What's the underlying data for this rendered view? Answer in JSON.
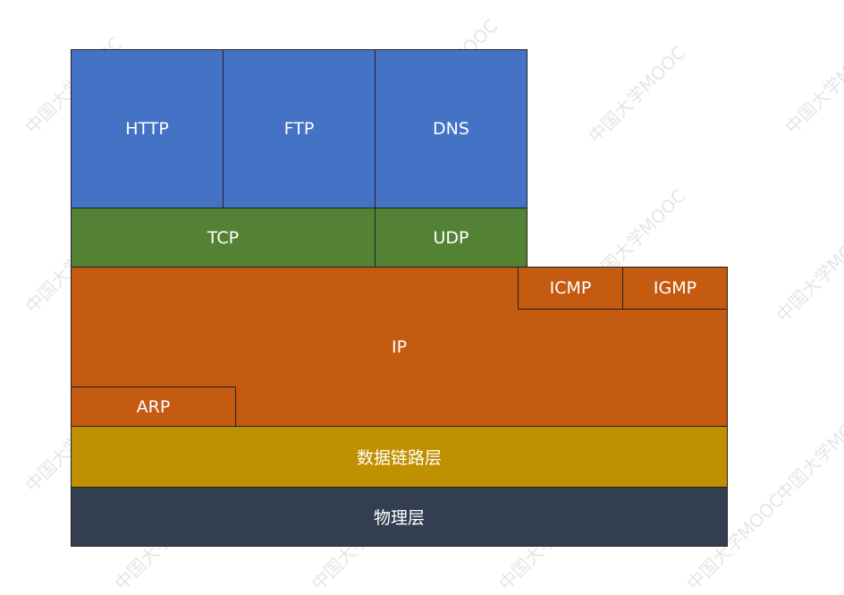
{
  "diagram": {
    "application": [
      "HTTP",
      "FTP",
      "DNS"
    ],
    "transport": [
      "TCP",
      "UDP"
    ],
    "network": {
      "main": "IP",
      "top": [
        "ICMP",
        "IGMP"
      ],
      "side": "ARP"
    },
    "data_link": "数据链路层",
    "physical": "物理层"
  },
  "watermark": "中国大学MOOC"
}
